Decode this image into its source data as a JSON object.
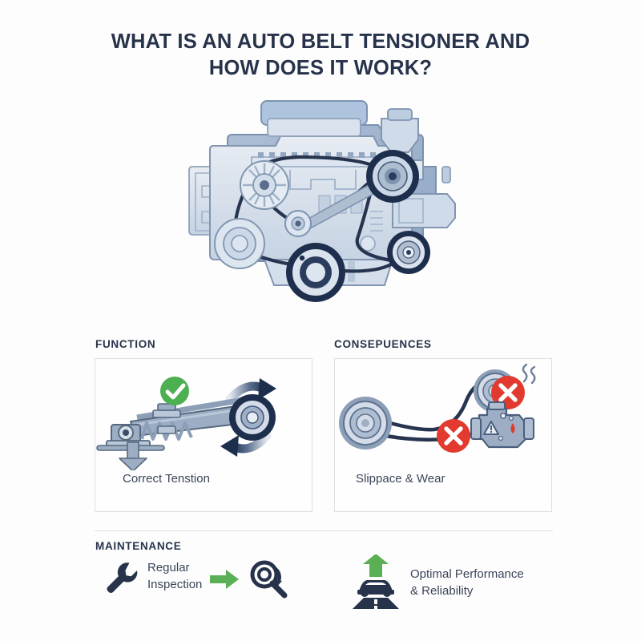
{
  "page": {
    "background_color": "#fdfdfd",
    "text_color": "#27334a",
    "accent_green": "#5BAF55",
    "accent_red": "#E23A2E",
    "belt_navy": "#26344f",
    "metal_blue": "#94a9c4",
    "card_border": "#dcdfe4"
  },
  "title": {
    "line1": "WHAT IS AN AUTO BELT TENSIONER AND",
    "line2": "HOW DOES IT WORK?"
  },
  "hero": {
    "icon": "engine-with-serpentine-belt",
    "alt": "Car engine block with pulleys and serpentine belt"
  },
  "sections": {
    "function": {
      "label": "FUNCTION",
      "caption": "Correct Tenstion",
      "status_icon": "green-check-badge",
      "art": "belt-tensioner-arm-with-spring"
    },
    "consequences": {
      "label": "CONSEPUENCES",
      "caption": "Slippace & Wear",
      "status_icon": "red-x-badge",
      "art": "loose-belt-with-warning-engine"
    },
    "maintenance": {
      "label": "MAINTENANCE",
      "items": [
        {
          "icon": "wrench-icon",
          "text": "Regular\nInspection"
        },
        {
          "icon": "green-arrow-right-icon",
          "text": ""
        },
        {
          "icon": "magnifier-recheck-icon",
          "text": ""
        },
        {
          "icon": "car-on-road-up-arrow-icon",
          "text": "Optimal Performance\n& Reliability"
        }
      ]
    }
  }
}
